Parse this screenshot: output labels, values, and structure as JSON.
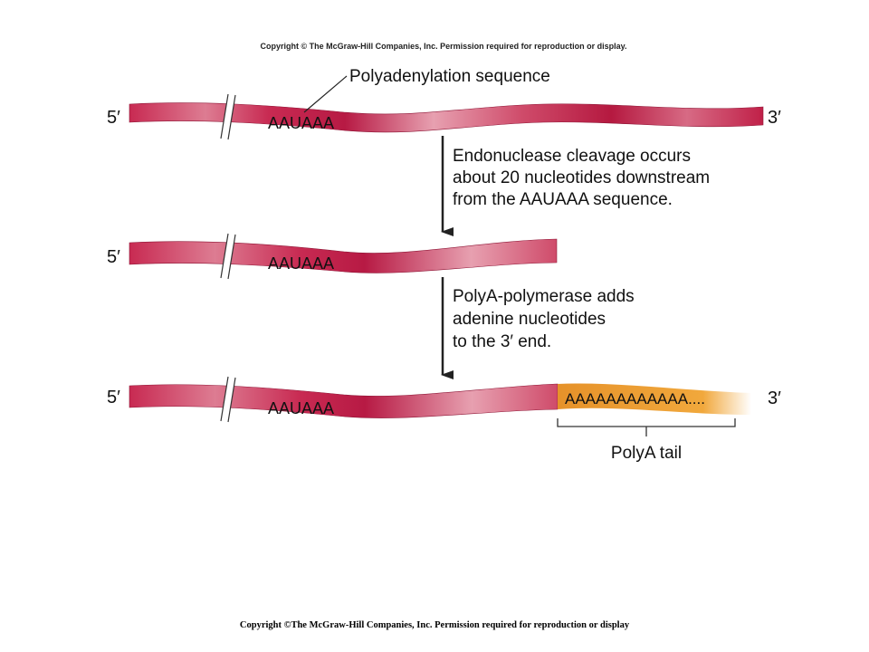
{
  "copyright_top": "Copyright © The McGraw-Hill Companies, Inc. Permission required for reproduction or display.",
  "copyright_bottom": "Copyright ©The McGraw-Hill Companies, Inc. Permission required for reproduction or display",
  "polyadenylation_label": "Polyadenylation sequence",
  "strands": {
    "top": {
      "five_prime": "5′",
      "three_prime": "3′",
      "signal": "AAUAAA"
    },
    "middle": {
      "five_prime": "5′",
      "signal": "AAUAAA"
    },
    "bottom": {
      "five_prime": "5′",
      "three_prime": "3′",
      "signal": "AAUAAA",
      "tail": "AAAAAAAAAAAA...."
    }
  },
  "steps": {
    "step1": [
      "Endonuclease cleavage occurs",
      "about 20 nucleotides downstream",
      "from the AAUAAA sequence."
    ],
    "step2": [
      "PolyA-polymerase adds",
      "adenine nucleotides",
      "to the 3′ end."
    ]
  },
  "polyA_tail_label": "PolyA tail",
  "colors": {
    "rna_dark": "#c21f4b",
    "rna_light": "#e8a3b2",
    "polyA_tail": "#f0a030",
    "arrow": "#222222"
  }
}
